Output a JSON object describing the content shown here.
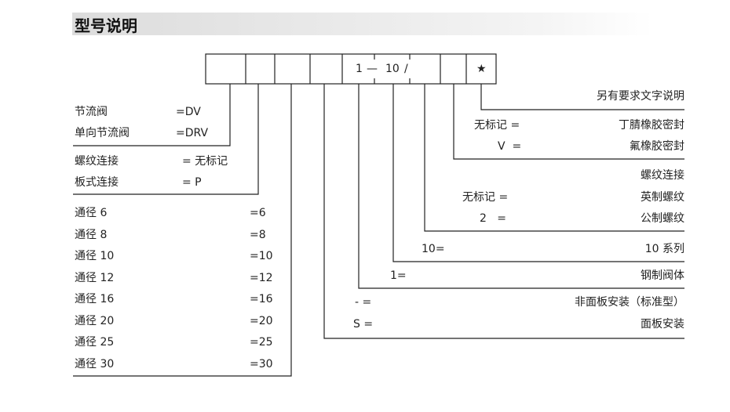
{
  "title": "型号说明",
  "code_box": {
    "cell5_a": "1",
    "cell5_dash": "—",
    "cell5_b": "10",
    "cell5_slash": "/",
    "cell9": "★"
  },
  "left": {
    "type": [
      {
        "label": "节流阀",
        "code": "=DV"
      },
      {
        "label": "单向节流阀",
        "code": "=DRV"
      }
    ],
    "connection": [
      {
        "label": "螺纹连接",
        "code": "= 无标记"
      },
      {
        "label": "板式连接",
        "code": "= P"
      }
    ],
    "size": [
      {
        "label": "通径 6",
        "code": "=6"
      },
      {
        "label": "通径 8",
        "code": "=8"
      },
      {
        "label": "通径 10",
        "code": "=10"
      },
      {
        "label": "通径 12",
        "code": "=12"
      },
      {
        "label": "通径 16",
        "code": "=16"
      },
      {
        "label": "通径 20",
        "code": "=20"
      },
      {
        "label": "通径 25",
        "code": "=25"
      },
      {
        "label": "通径 30",
        "code": "=30"
      }
    ]
  },
  "right": {
    "extra": "另有要求文字说明",
    "seal": [
      {
        "code": "无标记 =",
        "label": "丁腈橡胶密封"
      },
      {
        "code": "V  =",
        "label": "氟橡胶密封"
      }
    ],
    "thread_title": "螺纹连接",
    "thread": [
      {
        "code": "无标记 =",
        "label": "英制螺纹"
      },
      {
        "code": "2   =",
        "label": "公制螺纹"
      }
    ],
    "series": {
      "code": "10=",
      "label": "10 系列"
    },
    "body": {
      "code": "1=",
      "label": "钢制阀体"
    },
    "mount": [
      {
        "code": "- =",
        "label": "非面板安装（标准型）"
      },
      {
        "code": "S =",
        "label": "面板安装"
      }
    ]
  }
}
